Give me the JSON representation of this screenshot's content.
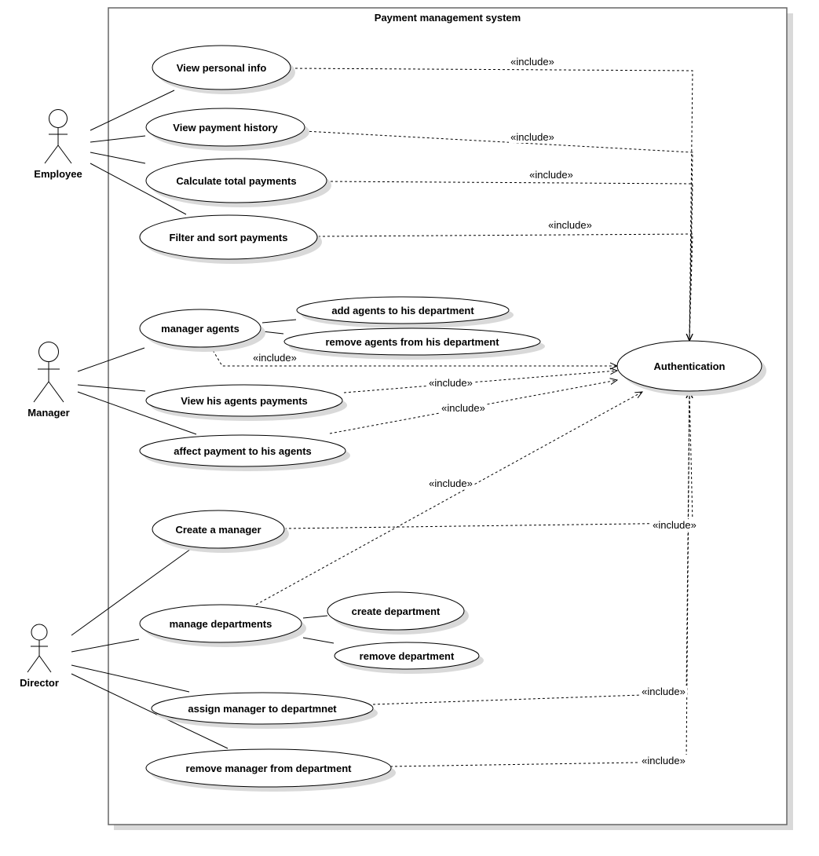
{
  "diagram": {
    "title": "Payment management system",
    "include_label": "«include»",
    "actors": {
      "employee": "Employee",
      "manager": "Manager",
      "director": "Director"
    },
    "use_cases": {
      "view_personal_info": "View personal info",
      "view_payment_history": "View payment history",
      "calculate_total_payments": "Calculate total payments",
      "filter_sort_payments": "Filter and sort payments",
      "manager_agents": "manager agents",
      "add_agents": "add agents to his department",
      "remove_agents": "remove agents from his department",
      "view_agents_payments": "View his agents payments",
      "affect_payment": "affect payment to his agents",
      "authentication": "Authentication",
      "create_manager": "Create a manager",
      "manage_departments": "manage departments",
      "create_department": "create department",
      "remove_department": "remove department",
      "assign_manager": "assign manager to departmnet",
      "remove_manager": "remove manager from department"
    }
  }
}
